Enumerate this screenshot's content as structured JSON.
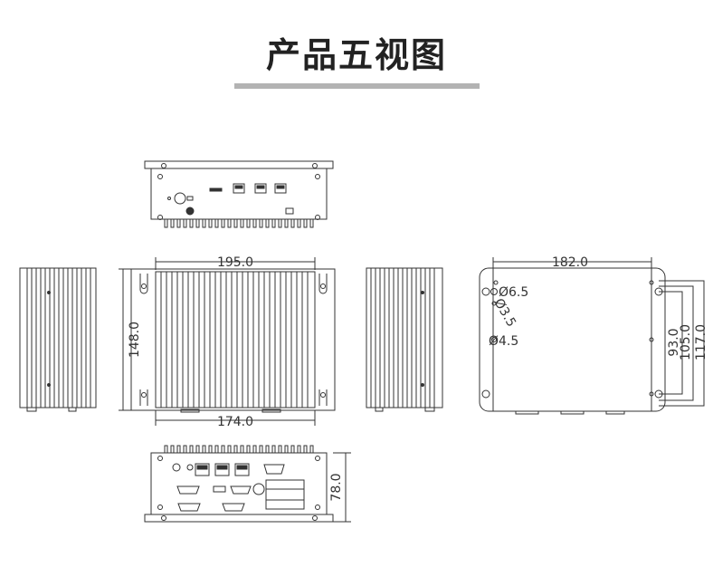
{
  "title": "产品五视图",
  "dimensions": {
    "front_width_top": "195.0",
    "front_width_bottom": "174.0",
    "front_height": "148.0",
    "side_width": "182.0",
    "hole_large": "Ø6.5",
    "hole_slot": "Ø3.5",
    "hole_small": "Ø4.5",
    "mount_93": "93.0",
    "mount_105": "105.0",
    "mount_117": "117.0",
    "rear_height": "78.0"
  },
  "colors": {
    "line": "#333333",
    "rule": "#b3b3b3",
    "title": "#222222"
  }
}
